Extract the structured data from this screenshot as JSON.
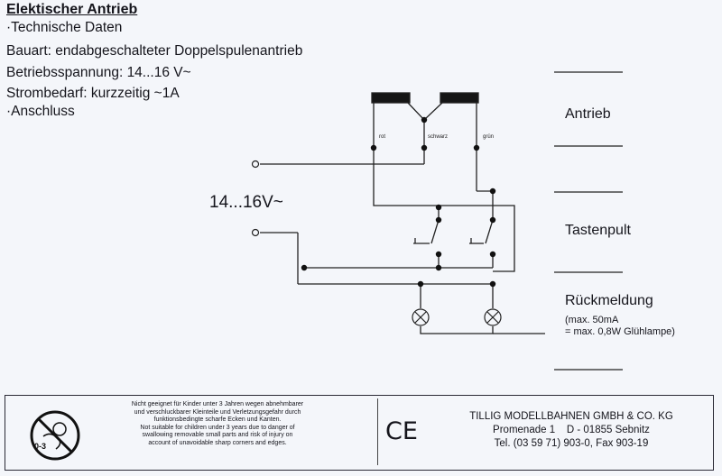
{
  "title": "Elektischer Antrieb",
  "specs": {
    "technische_daten": "·Technische Daten",
    "bauart": "Bauart: endabgeschalteter Doppelspulenantrieb",
    "spannung": "Betriebsspannung: 14...16 V~",
    "strombedarf": "Strombedarf: kurzzeitig ~1A",
    "anschluss": "·Anschluss"
  },
  "diagram": {
    "voltage_label": "14...16V~",
    "wire_labels": {
      "red": "rot",
      "black": "schwarz",
      "green": "grün"
    }
  },
  "side_labels": {
    "antrieb": "Antrieb",
    "tastenpult": "Tastenpult",
    "rueckmeldung": "Rückmeldung",
    "rueckmeldung_note1": "(max. 50mA",
    "rueckmeldung_note2": "= max. 0,8W Glühlampe)"
  },
  "footer": {
    "warning_lines": [
      "Nicht geeignet für Kinder unter 3 Jahren wegen abnehmbarer",
      "und verschluckbarer Kleinteile und Verletzungsgefahr durch",
      "funktionsbedingte scharfe Ecken und Kanten.",
      "Not suitable for children under 3 years due to danger of",
      "swallowing removable small parts and risk of injury on",
      "account of unavoidable sharp corners and edges."
    ],
    "age_badge": "0-3",
    "ce_mark": "CE",
    "company": "TILLIG MODELLBAHNEN GMBH & CO. KG",
    "address": "Promenade 1    D - 01855 Sebnitz",
    "phone": "Tel. (03 59 71) 903-0, Fax 903-19"
  }
}
